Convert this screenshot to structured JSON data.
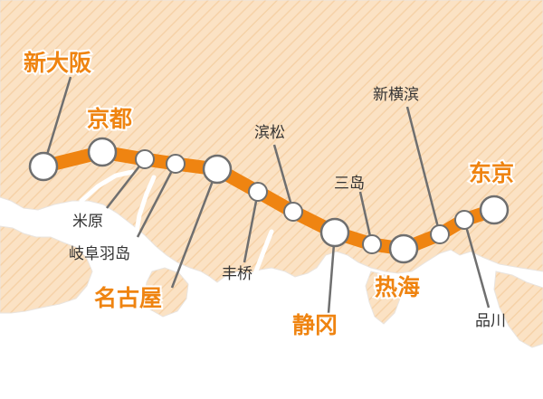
{
  "colors": {
    "land": "#fbe2c4",
    "land_hatch": "#f6d2a8",
    "sea": "#ffffff",
    "coast": "#e9e4df",
    "route": "#ef8411",
    "station_fill": "#ffffff",
    "station_stroke": "#6f6f6f",
    "leader": "#6f6f6f",
    "major_label": "#ef8411",
    "minor_label": "#333333"
  },
  "line": {
    "stations": [
      {
        "id": "shin-osaka",
        "name": "新大阪",
        "major": true
      },
      {
        "id": "kyoto",
        "name": "京都",
        "major": true
      },
      {
        "id": "maibara",
        "name": "米原",
        "major": false
      },
      {
        "id": "gifu-hashima",
        "name": "岐阜羽岛",
        "major": false
      },
      {
        "id": "nagoya",
        "name": "名古屋",
        "major": true
      },
      {
        "id": "toyohashi",
        "name": "丰桥",
        "major": false
      },
      {
        "id": "hamamatsu",
        "name": "滨松",
        "major": false
      },
      {
        "id": "shizuoka",
        "name": "静冈",
        "major": true
      },
      {
        "id": "mishima",
        "name": "三岛",
        "major": false
      },
      {
        "id": "atami",
        "name": "热海",
        "major": true
      },
      {
        "id": "shin-yokohama",
        "name": "新横滨",
        "major": false
      },
      {
        "id": "shinagawa",
        "name": "品川",
        "major": false
      },
      {
        "id": "tokyo",
        "name": "东京",
        "major": true
      }
    ]
  }
}
